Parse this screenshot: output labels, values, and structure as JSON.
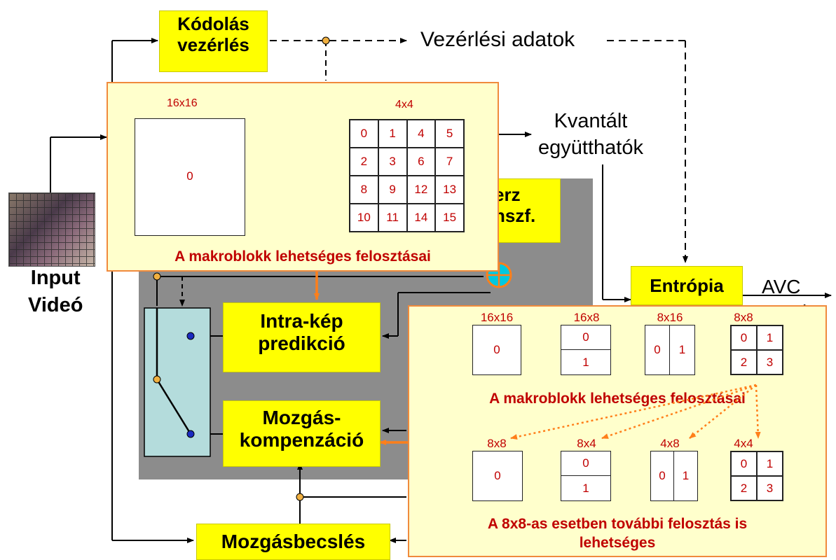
{
  "main": {
    "coding_control": {
      "line1": "Kódolás",
      "line2": "vezérlés"
    },
    "control_data": "Vezérlési adatok",
    "quantized": {
      "line1": "Kvantált",
      "line2": "együtthatók"
    },
    "transform": {
      "line1": "erz",
      "line2": "nszf."
    },
    "entropy": "Entrópia",
    "output": {
      "line1": "AVC",
      "line2": "k"
    },
    "input": {
      "line1": "Input",
      "line2": "Videó"
    },
    "intra": {
      "line1": "Intra-kép",
      "line2": "predikció"
    },
    "motion_comp": {
      "line1": "Mozgás-",
      "line2": "kompenzáció"
    },
    "motion_est": "Mozgásbecslés"
  },
  "intra_panel": {
    "large_title": "16x16",
    "large_cell": "0",
    "small_title": "4x4",
    "small_cells": [
      "0",
      "1",
      "4",
      "5",
      "2",
      "3",
      "6",
      "7",
      "8",
      "9",
      "12",
      "13",
      "10",
      "11",
      "14",
      "15"
    ],
    "caption": "A makroblokk lehetséges felosztásai"
  },
  "inter_panel": {
    "row1": [
      {
        "title": "16x16",
        "cells": [
          "0"
        ]
      },
      {
        "title": "16x8",
        "cells": [
          "0",
          "1"
        ]
      },
      {
        "title": "8x16",
        "cells": [
          "0",
          "1"
        ]
      },
      {
        "title": "8x8",
        "cells": [
          "0",
          "1",
          "2",
          "3"
        ]
      }
    ],
    "caption1": "A makroblokk lehetséges felosztásai",
    "row2": [
      {
        "title": "8x8",
        "cells": [
          "0"
        ]
      },
      {
        "title": "8x4",
        "cells": [
          "0",
          "1"
        ]
      },
      {
        "title": "4x8",
        "cells": [
          "0",
          "1"
        ]
      },
      {
        "title": "4x4",
        "cells": [
          "0",
          "1",
          "2",
          "3"
        ]
      }
    ],
    "caption2_line1": "A 8x8-as esetben további felosztás is",
    "caption2_line2": "lehetséges"
  },
  "colors": {
    "block_fill": "#ffff00",
    "panel_fill": "#ffffcc",
    "panel_border": "#f08a3c",
    "gray_area": "#8c8c8c",
    "switch_box": "#b4dcdc",
    "red_text": "#c00000"
  }
}
